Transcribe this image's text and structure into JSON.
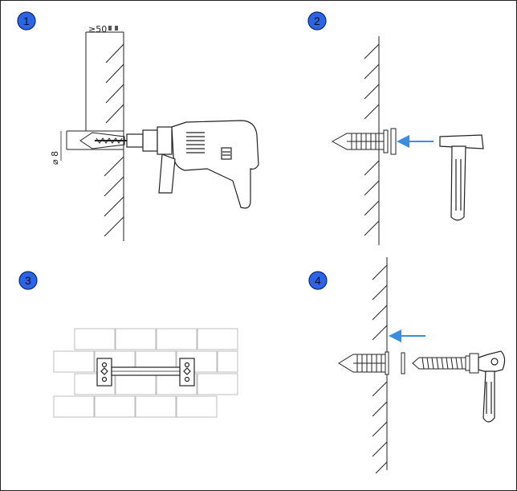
{
  "steps": [
    {
      "number": "1"
    },
    {
      "number": "2"
    },
    {
      "number": "3"
    },
    {
      "number": "4"
    }
  ],
  "dimensions": {
    "depth_label": "≥50",
    "diameter_label": "⌀ 8"
  },
  "colors": {
    "badge_fill": "#2d63e6",
    "arrow": "#3a8de0",
    "line": "#222222",
    "brick": "#bdbdbd"
  },
  "icons": [
    "drill-icon",
    "wall-plug-icon",
    "hammer-icon",
    "wall-bracket-icon",
    "screw-icon",
    "ratchet-wrench-icon"
  ]
}
